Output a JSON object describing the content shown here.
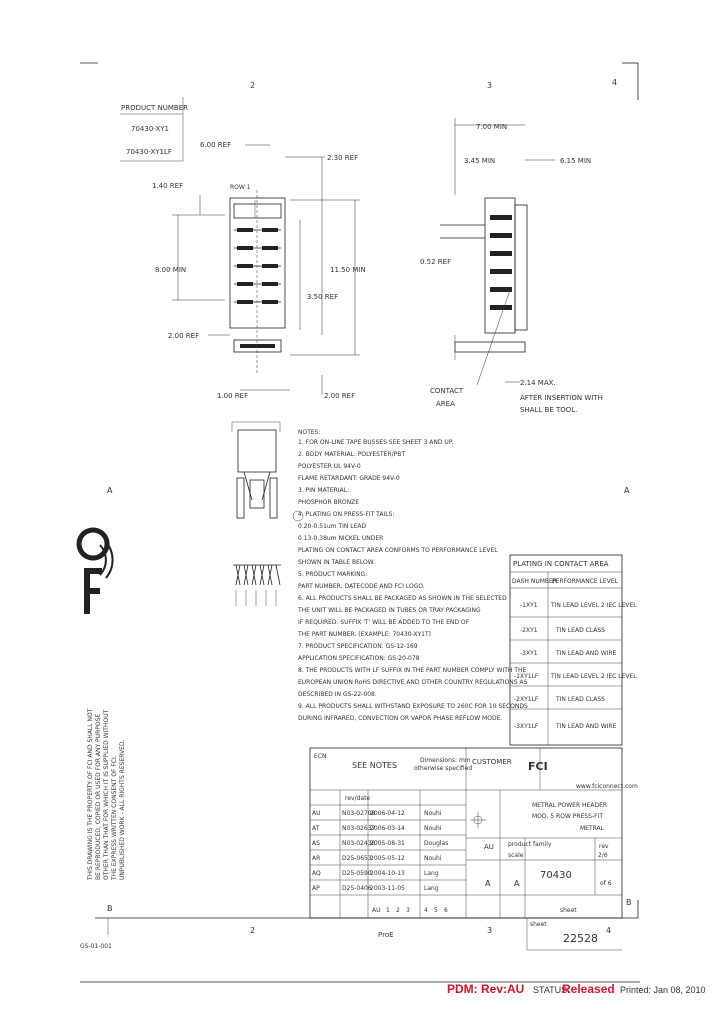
{
  "drawing": {
    "zone_cols_top": [
      "2",
      "3",
      "4"
    ],
    "zone_cols_bottom": [
      "2",
      "3",
      "4"
    ],
    "zone_rows_left": [
      "A",
      "B"
    ],
    "zone_rows_right": [
      "A",
      "B"
    ],
    "product_number_header": "PRODUCT NUMBER",
    "product_numbers": [
      "70430-XY1",
      "70430-XY1LF"
    ],
    "dims": {
      "d_600_ref": "6.00 REF",
      "d_230_ref": "2.30 REF",
      "d_140_ref": "1.40 REF",
      "row1": "ROW 1",
      "d_800_min": "8.00 MIN",
      "d_1150_min": "11.50 MIN",
      "d_350_ref": "3.50 REF",
      "d_200_ref_left": "2.00 REF",
      "d_100_ref": "1.00 REF",
      "d_200_ref_bottom": "2.00 REF",
      "d_700_min": "7.00 MIN",
      "d_345_min": "3.45 MIN",
      "d_615_min": "6.15 MIN",
      "d_052_ref": "0.52 REF",
      "contact_area": [
        "CONTACT",
        "AREA"
      ],
      "after_insertion": [
        "2.14 MAX.",
        "AFTER INSERTION WITH",
        "SHALL BE TOOL."
      ]
    },
    "notes": [
      "NOTES:",
      "1. FOR ON-LINE TAPE BUSSES SEE SHEET 3 AND UP.",
      "2. BODY MATERIAL: POLYESTER/PBT",
      "   POLYESTER UL 94V-0",
      "   FLAME RETARDANT: GRADE 94V-0",
      "3. PIN MATERIAL:",
      "   PHOSPHOR BRONZE",
      "4. PLATING ON PRESS-FIT TAILS:",
      "   0.20-0.51um TIN LEAD",
      "   0.13-0.38um NICKEL UNDER",
      "   PLATING ON CONTACT AREA CONFORMS TO PERFORMANCE LEVEL",
      "   SHOWN IN TABLE BELOW.",
      "5. PRODUCT MARKING:",
      "   PART NUMBER, DATECODE AND FCI LOGO.",
      "6. ALL PRODUCTS SHALL BE PACKAGED AS SHOWN IN THE SELECTED",
      "   THE UNIT WILL BE PACKAGED IN TUBES OR TRAY PACKAGING",
      "   IF REQUIRED. SUFFIX 'T' WILL BE ADDED TO THE END OF",
      "   THE PART NUMBER. (EXAMPLE: 70430-XY1T)",
      "7. PRODUCT SPECIFICATION: GS-12-169",
      "   APPLICATION SPECIFICATION: GS-20-078",
      "8. THE PRODUCTS WITH LF SUFFIX IN THE PART NUMBER COMPLY WITH THE",
      "   EUROPEAN UNION RoHS DIRECTIVE AND OTHER COUNTRY REGULATIONS AS",
      "   DESCRIBED IN GS-22-008.",
      "9. ALL PRODUCTS SHALL WITHSTAND EXPOSURE TO 260C FOR 10 SECONDS",
      "   DURING INFRARED, CONVECTION OR VAPOR PHASE REFLOW MODE."
    ],
    "plating_table": {
      "title": "PLATING IN CONTACT AREA",
      "col_dash": "DASH NUMBER",
      "col_level": "PERFORMANCE LEVEL",
      "rows": [
        {
          "dash": "-1XY1",
          "level": "TIN LEAD LEVEL 2 IEC LEVEL"
        },
        {
          "dash": "-2XY1",
          "level": "TIN LEAD CLASS"
        },
        {
          "dash": "-3XY1",
          "level": "TIN LEAD AND WIRE"
        },
        {
          "dash": "-1XY1LF",
          "level": "TIN LEAD LEVEL 2 IEC LEVEL"
        },
        {
          "dash": "-2XY1LF",
          "level": "TIN LEAD CLASS"
        },
        {
          "dash": "-3XY1LF",
          "level": "TIN LEAD AND WIRE"
        }
      ]
    },
    "title_block": {
      "see_notes": "SEE NOTES",
      "tolerance_note": [
        "Dimensions: mm",
        "otherwise specified"
      ],
      "customer": "CUSTOMER",
      "logo": "FCI",
      "website": "www.fciconnect.com",
      "title_lines": [
        "METRAL POWER HEADER",
        "MOD. 5 ROW PRESS-FIT"
      ],
      "product_family_label": "product family",
      "product_family": "METRAL",
      "rev_label": "rev",
      "scale_label": "scale",
      "sheet_label": "sheet",
      "doc_number": "70430",
      "rev_letters": [
        "AU",
        "A"
      ],
      "sheet_value": "2/6",
      "of_label": "of 6",
      "size_letter": "A",
      "cad_label": "ProE",
      "drawing_number": "22528",
      "bottom_row_labels": [
        "AU",
        "1",
        "2",
        "3",
        "4",
        "5",
        "6"
      ],
      "ecn_col_labels": [
        "ECN",
        "rev/date"
      ],
      "history_rows": [
        {
          "rev": "AU",
          "ecn": "N03-02708",
          "date": "2006-04-12",
          "by": "Nouhi"
        },
        {
          "rev": "AT",
          "ecn": "N03-02637",
          "date": "2006-03-14",
          "by": "Nouhi"
        },
        {
          "rev": "AS",
          "ecn": "N03-02436",
          "date": "2005-08-31",
          "by": "Douglas"
        },
        {
          "rev": "AR",
          "ecn": "D25-0653",
          "date": "2005-05-12",
          "by": "Nouhi"
        },
        {
          "rev": "AQ",
          "ecn": "D25-0590",
          "date": "2004-10-13",
          "by": "Lang"
        },
        {
          "rev": "AP",
          "ecn": "D25-0406",
          "date": "2003-11-05",
          "by": "Lang"
        }
      ]
    },
    "proprietary_note": [
      "THIS DRAWING IS THE PROPERTY OF FCI AND SHALL NOT",
      "BE REPRODUCED, COPIED OR USED FOR ANY PURPOSE",
      "OTHER THAN THAT FOR WHICH IT IS SUPPLIED WITHOUT",
      "THE EXPRESS WRITTEN CONSENT OF FCI.",
      "UNPUBLISHED WORK - ALL RIGHTS RESERVED."
    ],
    "side_code": "GS-01-001"
  },
  "footer": {
    "pdm_rev": "PDM: Rev:AU",
    "status_label": "STATUS:",
    "status_value": "Released",
    "printed": "Printed: Jan 08, 2010"
  }
}
